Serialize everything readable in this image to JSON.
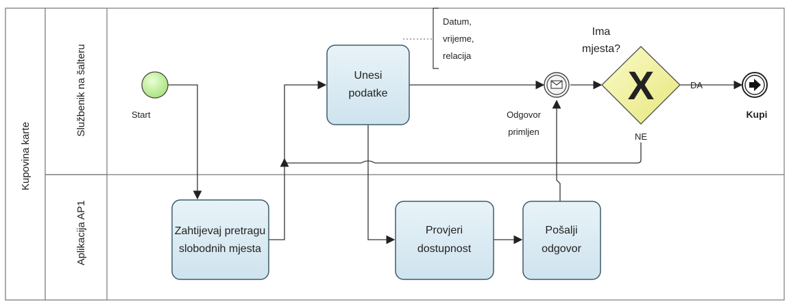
{
  "pool": {
    "label": "Kupovina karte"
  },
  "lanes": [
    {
      "label": "Službenik na šalteru"
    },
    {
      "label": "Aplikacija AP1"
    }
  ],
  "events": {
    "start": "Start",
    "message": [
      "Odgovor",
      "primljen"
    ],
    "end": "Kupi"
  },
  "tasks": {
    "unesi": [
      "Unesi",
      "podatke"
    ],
    "zahtijevaj": [
      "Zahtijevaj pretragu",
      "slobodnih mjesta"
    ],
    "provjeri": [
      "Provjeri",
      "dostupnost"
    ],
    "posalji": [
      "Pošalji",
      "odgovor"
    ]
  },
  "gateway": {
    "question": [
      "Ima",
      "mjesta?"
    ],
    "symbol": "X",
    "yes": "DA",
    "no": "NE"
  },
  "annotation": [
    "Datum,",
    "vrijeme,",
    "relacija"
  ],
  "colors": {
    "task_fill": "#dbeaf2",
    "task_stroke": "#3d5a6c",
    "start_fill": "#c6f0a0",
    "gateway_fill": "#f2f2a2",
    "line": "#333333"
  }
}
